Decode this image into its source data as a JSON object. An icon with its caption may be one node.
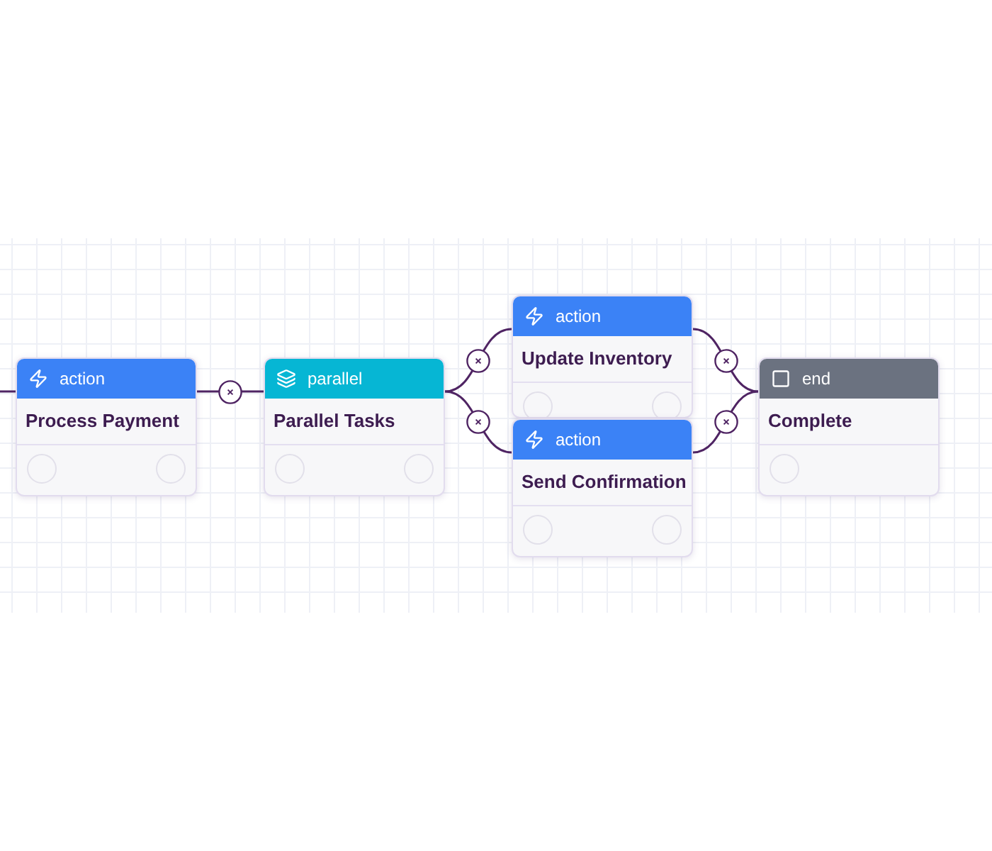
{
  "diagram": {
    "nodes": [
      {
        "text": [
          "action",
          "Process Payment"
        ]
      },
      {
        "text": [
          "parallel",
          "Parallel Tasks"
        ]
      },
      {
        "text": [
          "action",
          "Update Inventory"
        ]
      },
      {
        "text": [
          "action",
          "Send Confirmation"
        ]
      },
      {
        "text": [
          "end",
          "Complete"
        ]
      }
    ],
    "edges": [
      {
        "from": null,
        "to": 0,
        "arrow": "none"
      },
      {
        "from": 0,
        "to": 1,
        "arrow": "none"
      },
      {
        "from": 1,
        "to": 2,
        "arrow": "none"
      },
      {
        "from": 1,
        "to": 3,
        "arrow": "none"
      },
      {
        "from": 2,
        "to": 4,
        "arrow": "none"
      },
      {
        "from": 3,
        "to": 4,
        "arrow": "none"
      }
    ]
  }
}
